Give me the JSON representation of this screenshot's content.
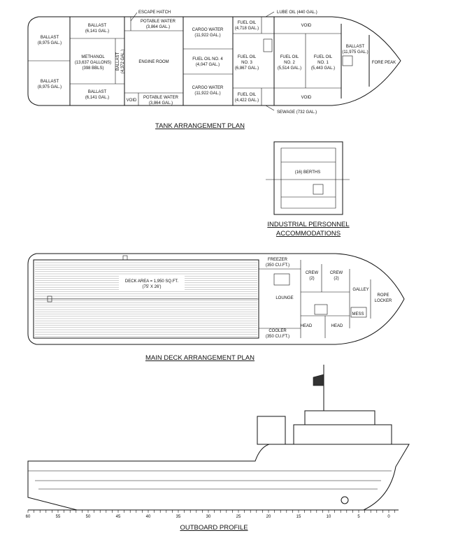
{
  "tank_plan": {
    "title": "TANK ARRANGEMENT PLAN",
    "escape_hatch": "ESCAPE HATCH",
    "lube_oil": "LUBE OIL (440 GAL.)",
    "sewage": "SEWAGE (732 GAL.)",
    "ballast_aft_top": [
      "BALLAST",
      "(8,975 GAL.)"
    ],
    "ballast_aft_bottom": [
      "BALLAST",
      "(8,975 GAL.)"
    ],
    "ballast_top": [
      "BALLAST",
      "(6,141 GAL.)"
    ],
    "ballast_bottom": [
      "BALLAST",
      "(6,141 GAL.)"
    ],
    "methanol": [
      "METHANOL",
      "(13,637 GALLONS)",
      "(398 BBLS)"
    ],
    "ballast_vertical": [
      "BALLAST",
      "(4,372 GAL.)"
    ],
    "engine_room": "ENGINE ROOM",
    "potable_top": [
      "POTABLE WATER",
      "(3,864 GAL.)"
    ],
    "potable_bottom": [
      "POTABLE WATER",
      "(3,864 GAL.)"
    ],
    "void_aft": "VOID",
    "cargo_water_top": [
      "CARGO WATER",
      "(11,922 GAL.)"
    ],
    "fuel_oil_4": [
      "FUEL OIL NO. 4",
      "(4,047 GAL.)"
    ],
    "cargo_water_bottom": [
      "CARGO WATER",
      "(11,922 GAL.)"
    ],
    "fuel_oil_top": [
      "FUEL OIL",
      "(4,718 GAL.)"
    ],
    "fuel_oil_3": [
      "FUEL OIL",
      "NO. 3",
      "(6,867 GAL.)"
    ],
    "fuel_oil_bottom": [
      "FUEL OIL",
      "(4,422 GAL.)"
    ],
    "void_fwd_top": "VOID",
    "void_fwd_bottom": "VOID",
    "fuel_oil_2": [
      "FUEL OIL",
      "NO. 2",
      "(5,514 GAL.)"
    ],
    "fuel_oil_1": [
      "FUEL OIL",
      "NO. 1",
      "(5,443 GAL.)"
    ],
    "ballast_fwd": [
      "BALLAST",
      "(11,975 GAL.)"
    ],
    "fore_peak": "FORE PEAK"
  },
  "accommodations": {
    "berths": "(16) BERTHS",
    "title_line1": "INDUSTRIAL PERSONNEL",
    "title_line2": "ACCOMMODATIONS"
  },
  "main_deck": {
    "title": "MAIN DECK ARRANGEMENT PLAN",
    "deck_area": [
      "DECK AREA = 1,950 SQ.FT.",
      "(75' X 26')"
    ],
    "freezer": [
      "FREEZER",
      "(350 CU.FT.)"
    ],
    "cooler": [
      "COOLER",
      "(350 CU.FT.)"
    ],
    "crew_left": [
      "CREW",
      "(2)"
    ],
    "crew_right": [
      "CREW",
      "(2)"
    ],
    "lounge": "LOUNGE",
    "galley": "GALLEY",
    "rope_locker": [
      "ROPE",
      "LOCKER"
    ],
    "mess": "MESS",
    "head_left": "HEAD",
    "head_right": "HEAD"
  },
  "outboard": {
    "title": "OUTBOARD PROFILE",
    "scale_labels": [
      "60",
      "55",
      "50",
      "45",
      "40",
      "35",
      "30",
      "25",
      "20",
      "15",
      "10",
      "5",
      "0"
    ]
  }
}
